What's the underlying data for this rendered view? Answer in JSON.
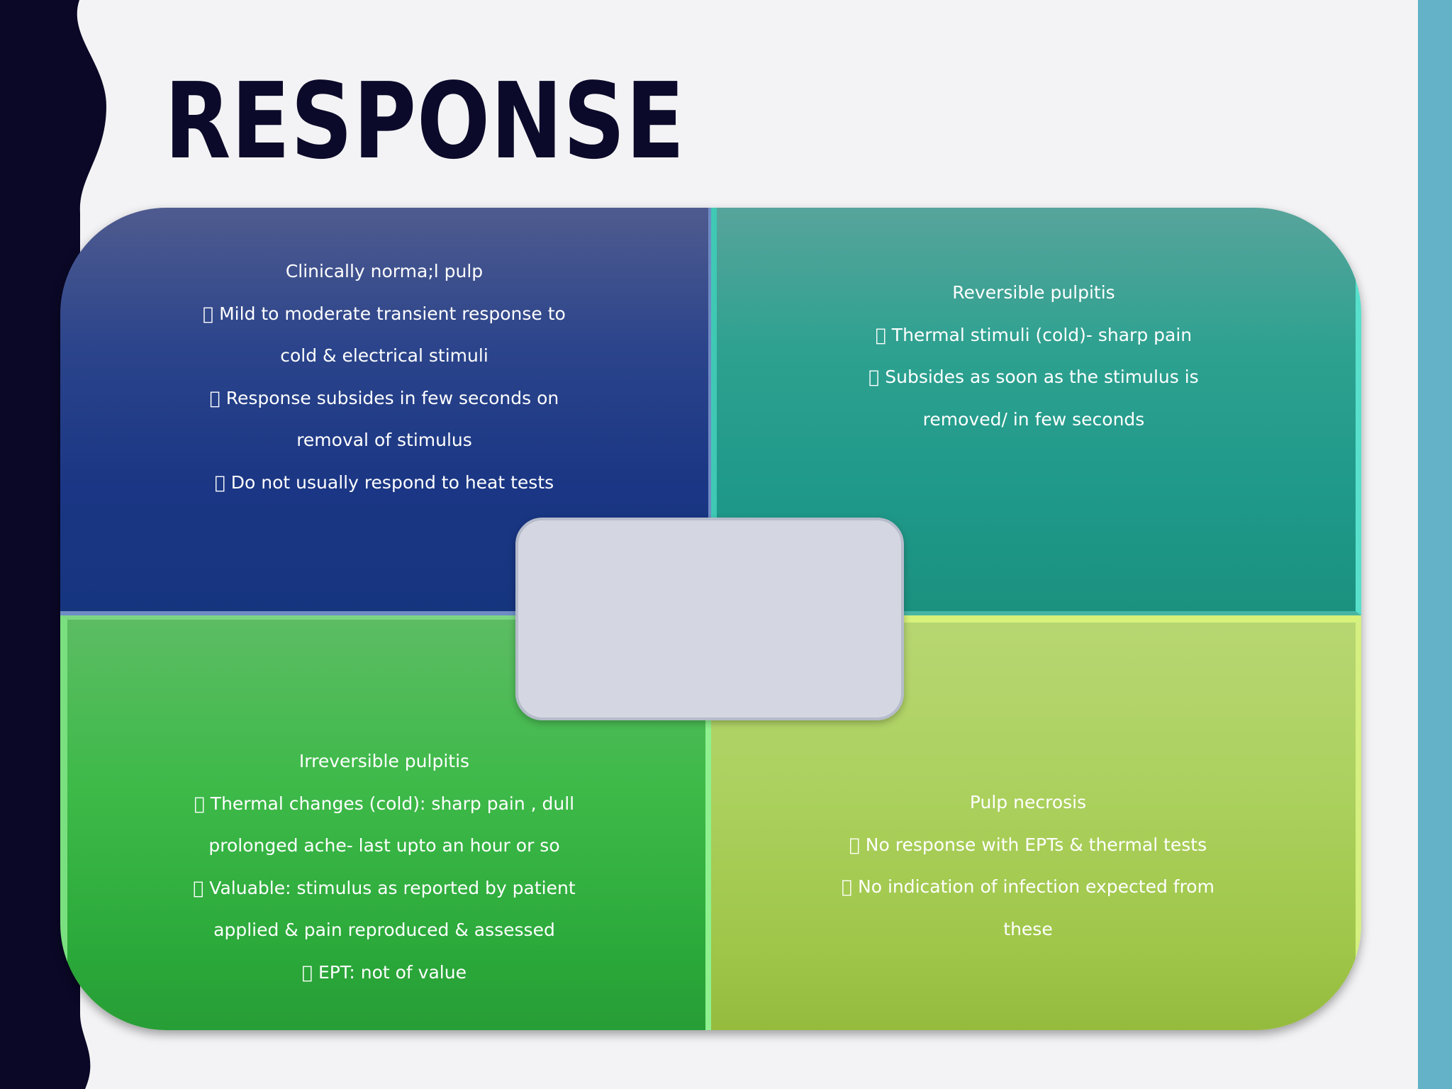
{
  "slide": {
    "title": "RESPONSE",
    "colors": {
      "background": "#f3f3f5",
      "left_wave": "#0a0826",
      "right_stripe": "#63b2c8",
      "title": "#0b0a2a",
      "top_left": "#1a3684",
      "top_right": "#1f998a",
      "bottom_left": "#2ba93a",
      "bottom_right": "#a4c94f",
      "center_box": "#d4d7e2"
    },
    "quadrants": {
      "top_left": {
        "lines": [
          "Clinically norma;l pulp",
          " Mild to moderate transient response to",
          "cold & electrical stimuli",
          " Response subsides in few seconds on",
          "removal of stimulus",
          " Do not usually respond to heat tests"
        ]
      },
      "top_right": {
        "lines": [
          "Reversible pulpitis",
          " Thermal stimuli (cold)- sharp pain",
          " Subsides as soon as the stimulus is",
          "removed/ in few seconds"
        ]
      },
      "bottom_left": {
        "lines": [
          "Irreversible pulpitis",
          " Thermal changes (cold): sharp pain , dull",
          "prolonged ache- last upto an hour or so",
          " Valuable: stimulus as reported by patient",
          "applied & pain reproduced & assessed",
          " EPT: not of value"
        ]
      },
      "bottom_right": {
        "lines": [
          "Pulp necrosis",
          " No response with EPTs & thermal tests",
          " No indication of infection expected from",
          "these"
        ]
      }
    }
  }
}
